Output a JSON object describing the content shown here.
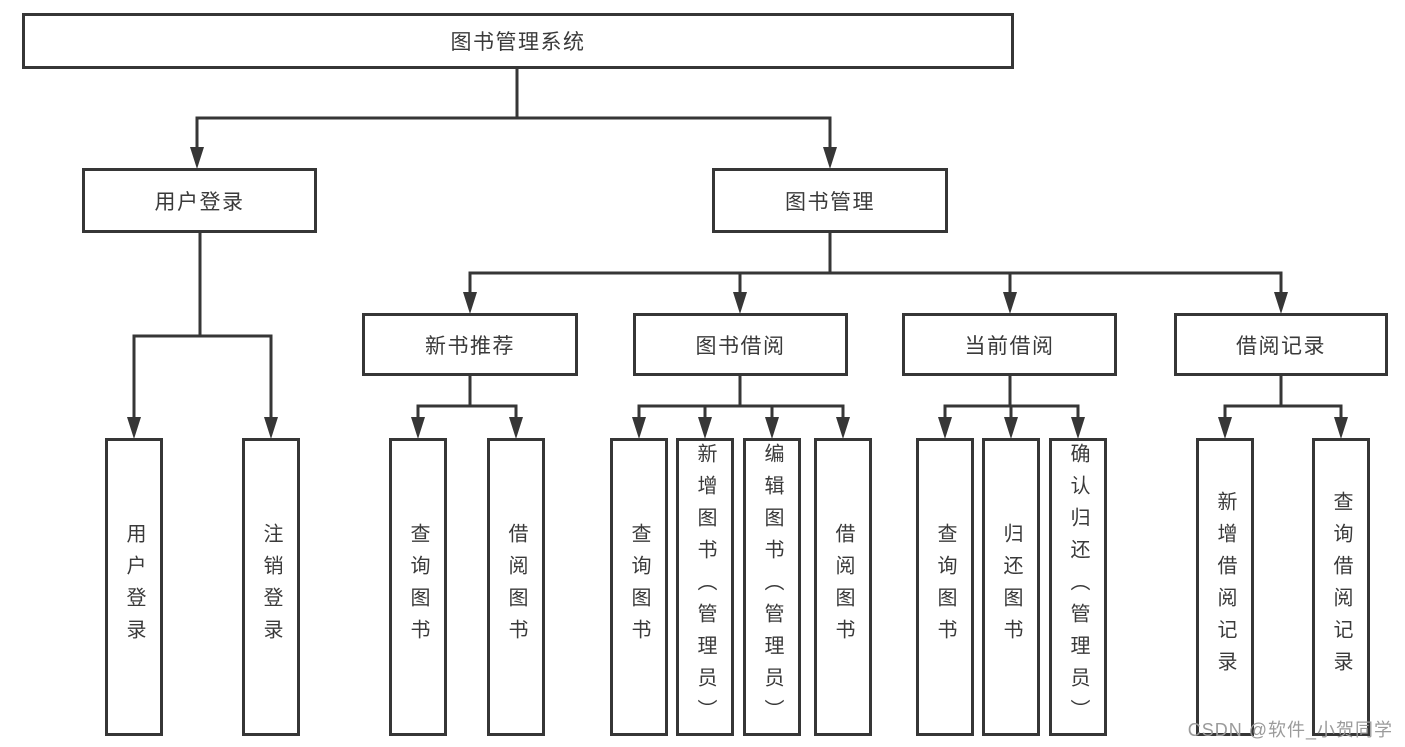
{
  "diagram": {
    "root": {
      "label": "图书管理系统"
    },
    "branches": {
      "user_login": {
        "label": "用户登录",
        "children": [
          {
            "label": "用户登录"
          },
          {
            "label": "注销登录"
          }
        ]
      },
      "book_management": {
        "label": "图书管理",
        "sections": [
          {
            "label": "新书推荐",
            "children": [
              {
                "label": "查询图书"
              },
              {
                "label": "借阅图书"
              }
            ]
          },
          {
            "label": "图书借阅",
            "children": [
              {
                "label": "查询图书"
              },
              {
                "label": "新增图书（管理员）"
              },
              {
                "label": "编辑图书（管理员）"
              },
              {
                "label": "借阅图书"
              }
            ]
          },
          {
            "label": "当前借阅",
            "children": [
              {
                "label": "查询图书"
              },
              {
                "label": "归还图书"
              },
              {
                "label": "确认归还（管理员）"
              }
            ]
          },
          {
            "label": "借阅记录",
            "children": [
              {
                "label": "新增借阅记录"
              },
              {
                "label": "查询借阅记录"
              }
            ]
          }
        ]
      }
    }
  },
  "watermark": {
    "text": "CSDN @软件_小贺同学"
  },
  "colors": {
    "line": "#363636",
    "text": "#3a3a3a",
    "watermark": "#9b9b9b",
    "background": "#ffffff"
  }
}
